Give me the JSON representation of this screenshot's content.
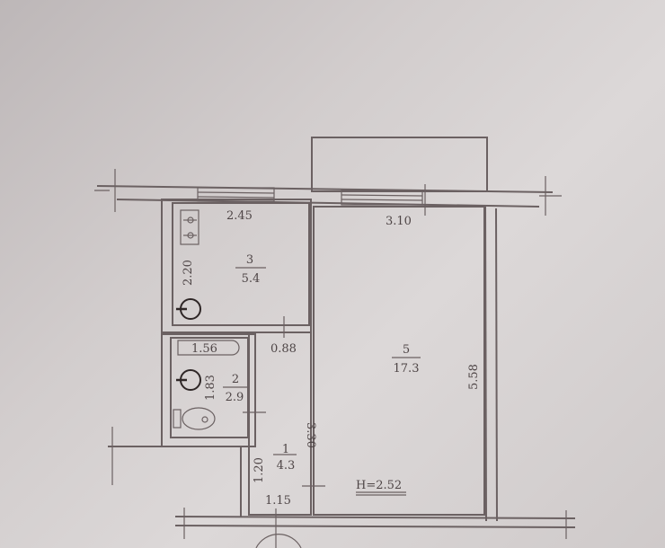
{
  "rooms": [
    {
      "number": "3",
      "area": "5.4"
    },
    {
      "number": "5",
      "area": "17.3"
    },
    {
      "number": "2",
      "area": "2.9"
    },
    {
      "number": "1",
      "area": "4.3"
    }
  ],
  "dimensions": {
    "kitchen_width": "2.45",
    "kitchen_depth": "2.20",
    "room_width": "3.10",
    "room_depth": "5.58",
    "bath_width": "1.56",
    "bath_depth": "1.83",
    "corridor_width_top": "0.88",
    "corridor_depth": "3.30",
    "entry_depth": "1.20",
    "entry_width": "1.15"
  },
  "ceiling_height": "H=2.52"
}
